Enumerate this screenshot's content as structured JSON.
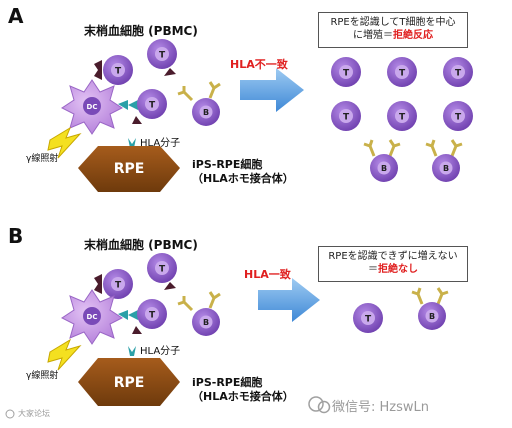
{
  "panels": [
    {
      "letter": "A",
      "pbmc_label": "末梢血細胞 (PBMC)",
      "arrow_label": "HLA不一致",
      "hla_molecule_label": "HLA分子",
      "irradiation_label": "γ線照射",
      "rpe_label": "RPE",
      "ips_line1": "iPS-RPE細胞",
      "ips_line2": "（HLAホモ接合体）",
      "result_line1": "RPEを認識してT細胞を中心",
      "result_line2a": "に増殖＝",
      "result_line2b": "拒絶反応"
    },
    {
      "letter": "B",
      "pbmc_label": "末梢血細胞 (PBMC)",
      "arrow_label": "HLA一致",
      "hla_molecule_label": "HLA分子",
      "irradiation_label": "γ線照射",
      "rpe_label": "RPE",
      "ips_line1": "iPS-RPE細胞",
      "ips_line2": "（HLAホモ接合体）",
      "result_line1": "RPEを認識できずに増えない",
      "result_line2a": "＝",
      "result_line2b": "拒絶なし"
    }
  ],
  "cell_labels": {
    "t": "T",
    "b": "B",
    "dc": "DC"
  },
  "watermark_left": "大家论坛",
  "watermark_right": "微信号: HzswLn",
  "colors": {
    "cell": "#8a55c8",
    "nucleus": "#c9a8ec",
    "dc": "#c08ae0",
    "receptor": "#4a1c2c",
    "antibody": "#c9b14a",
    "rpe": "#8a4a12",
    "arrow": "#5aa0e0",
    "accent_red": "#e02020"
  }
}
